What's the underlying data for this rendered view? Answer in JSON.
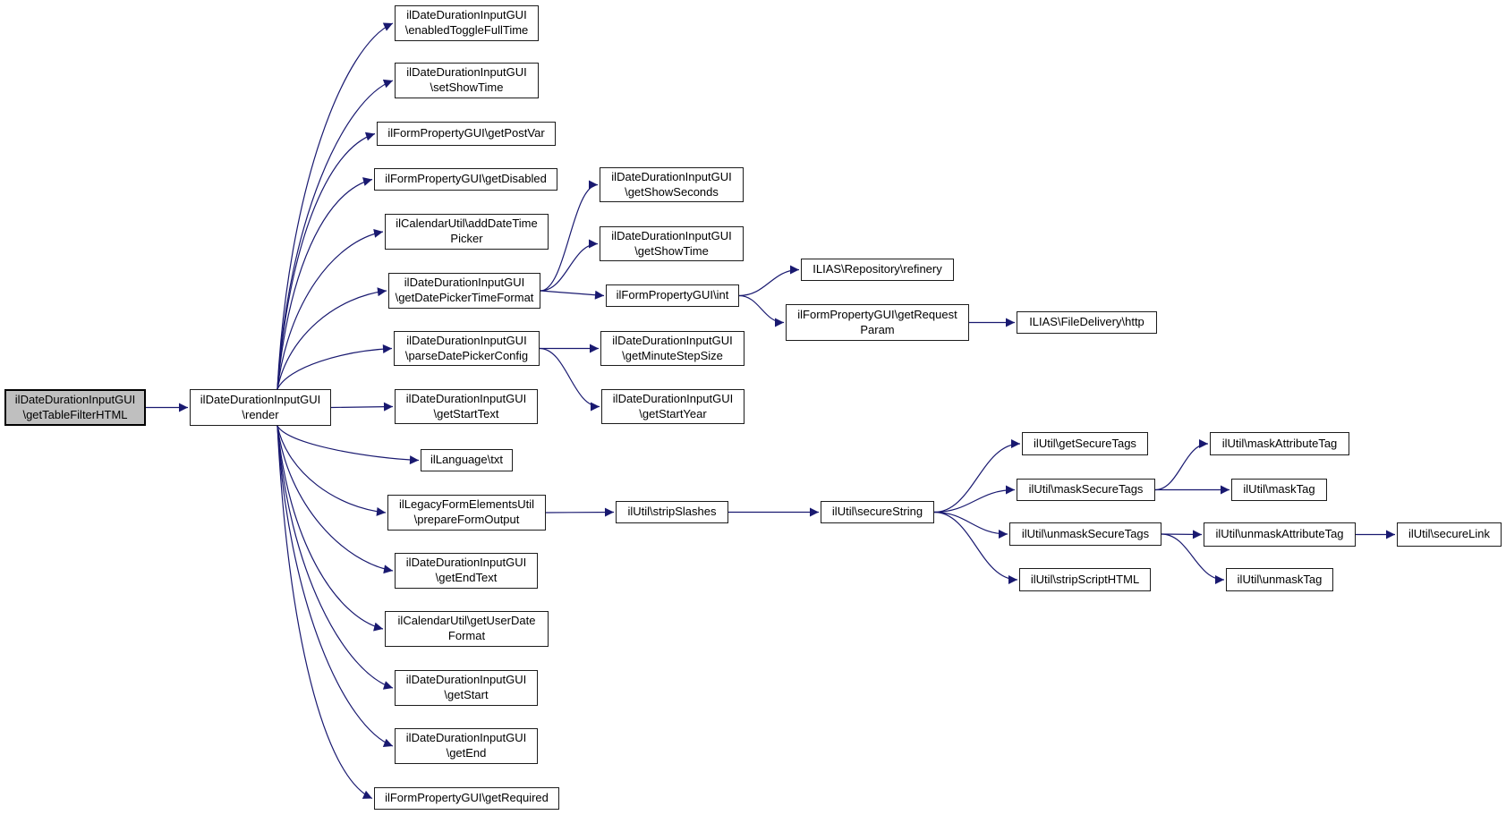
{
  "diagram": {
    "type": "call-graph",
    "highlighted_node": "getTableFilterHTML",
    "colors": {
      "edge": "#191970",
      "node_border": "#1c1c1c",
      "node_fill": "#ffffff",
      "highlight_fill": "#bfbfbf",
      "text": "#000000",
      "background": "#ffffff"
    },
    "nodes": {
      "getTableFilterHTML": {
        "label": "ilDateDurationInputGUI\n\\getTableFilterHTML"
      },
      "render": {
        "label": "ilDateDurationInputGUI\n\\render"
      },
      "enabledToggleFullTime": {
        "label": "ilDateDurationInputGUI\n\\enabledToggleFullTime"
      },
      "setShowTime": {
        "label": "ilDateDurationInputGUI\n\\setShowTime"
      },
      "getPostVar": {
        "label": "ilFormPropertyGUI\\getPostVar"
      },
      "getDisabled": {
        "label": "ilFormPropertyGUI\\getDisabled"
      },
      "addDateTimePicker": {
        "label": "ilCalendarUtil\\addDateTime\nPicker"
      },
      "getDatePickerTimeFormat": {
        "label": "ilDateDurationInputGUI\n\\getDatePickerTimeFormat"
      },
      "parseDatePickerConfig": {
        "label": "ilDateDurationInputGUI\n\\parseDatePickerConfig"
      },
      "getStartText": {
        "label": "ilDateDurationInputGUI\n\\getStartText"
      },
      "txt": {
        "label": "ilLanguage\\txt"
      },
      "prepareFormOutput": {
        "label": "ilLegacyFormElementsUtil\n\\prepareFormOutput"
      },
      "getEndText": {
        "label": "ilDateDurationInputGUI\n\\getEndText"
      },
      "getUserDateFormat": {
        "label": "ilCalendarUtil\\getUserDate\nFormat"
      },
      "getStart": {
        "label": "ilDateDurationInputGUI\n\\getStart"
      },
      "getEnd": {
        "label": "ilDateDurationInputGUI\n\\getEnd"
      },
      "getRequired": {
        "label": "ilFormPropertyGUI\\getRequired"
      },
      "getShowSeconds": {
        "label": "ilDateDurationInputGUI\n\\getShowSeconds"
      },
      "getShowTime": {
        "label": "ilDateDurationInputGUI\n\\getShowTime"
      },
      "int": {
        "label": "ilFormPropertyGUI\\int"
      },
      "getMinuteStepSize": {
        "label": "ilDateDurationInputGUI\n\\getMinuteStepSize"
      },
      "getStartYear": {
        "label": "ilDateDurationInputGUI\n\\getStartYear"
      },
      "stripSlashes": {
        "label": "ilUtil\\stripSlashes"
      },
      "refinery": {
        "label": "ILIAS\\Repository\\refinery"
      },
      "getRequestParam": {
        "label": "ilFormPropertyGUI\\getRequest\nParam"
      },
      "secureString": {
        "label": "ilUtil\\secureString"
      },
      "http": {
        "label": "ILIAS\\FileDelivery\\http"
      },
      "getSecureTags": {
        "label": "ilUtil\\getSecureTags"
      },
      "maskSecureTags": {
        "label": "ilUtil\\maskSecureTags"
      },
      "unmaskSecureTags": {
        "label": "ilUtil\\unmaskSecureTags"
      },
      "stripScriptHTML": {
        "label": "ilUtil\\stripScriptHTML"
      },
      "maskAttributeTag": {
        "label": "ilUtil\\maskAttributeTag"
      },
      "maskTag": {
        "label": "ilUtil\\maskTag"
      },
      "unmaskAttributeTag": {
        "label": "ilUtil\\unmaskAttributeTag"
      },
      "unmaskTag": {
        "label": "ilUtil\\unmaskTag"
      },
      "secureLink": {
        "label": "ilUtil\\secureLink"
      }
    },
    "edges": [
      {
        "from": "getTableFilterHTML",
        "to": "render"
      },
      {
        "from": "render",
        "to": "enabledToggleFullTime"
      },
      {
        "from": "render",
        "to": "setShowTime"
      },
      {
        "from": "render",
        "to": "getPostVar"
      },
      {
        "from": "render",
        "to": "getDisabled"
      },
      {
        "from": "render",
        "to": "addDateTimePicker"
      },
      {
        "from": "render",
        "to": "getDatePickerTimeFormat"
      },
      {
        "from": "render",
        "to": "parseDatePickerConfig"
      },
      {
        "from": "render",
        "to": "getStartText"
      },
      {
        "from": "render",
        "to": "txt"
      },
      {
        "from": "render",
        "to": "prepareFormOutput"
      },
      {
        "from": "render",
        "to": "getEndText"
      },
      {
        "from": "render",
        "to": "getUserDateFormat"
      },
      {
        "from": "render",
        "to": "getStart"
      },
      {
        "from": "render",
        "to": "getEnd"
      },
      {
        "from": "render",
        "to": "getRequired"
      },
      {
        "from": "getDatePickerTimeFormat",
        "to": "getShowSeconds"
      },
      {
        "from": "getDatePickerTimeFormat",
        "to": "getShowTime"
      },
      {
        "from": "getDatePickerTimeFormat",
        "to": "int"
      },
      {
        "from": "parseDatePickerConfig",
        "to": "getMinuteStepSize"
      },
      {
        "from": "parseDatePickerConfig",
        "to": "getStartYear"
      },
      {
        "from": "int",
        "to": "refinery"
      },
      {
        "from": "int",
        "to": "getRequestParam"
      },
      {
        "from": "getRequestParam",
        "to": "http"
      },
      {
        "from": "prepareFormOutput",
        "to": "stripSlashes"
      },
      {
        "from": "stripSlashes",
        "to": "secureString"
      },
      {
        "from": "secureString",
        "to": "getSecureTags"
      },
      {
        "from": "secureString",
        "to": "maskSecureTags"
      },
      {
        "from": "secureString",
        "to": "unmaskSecureTags"
      },
      {
        "from": "secureString",
        "to": "stripScriptHTML"
      },
      {
        "from": "maskSecureTags",
        "to": "maskAttributeTag"
      },
      {
        "from": "maskSecureTags",
        "to": "maskTag"
      },
      {
        "from": "unmaskSecureTags",
        "to": "unmaskAttributeTag"
      },
      {
        "from": "unmaskSecureTags",
        "to": "unmaskTag"
      },
      {
        "from": "unmaskAttributeTag",
        "to": "secureLink"
      }
    ]
  }
}
